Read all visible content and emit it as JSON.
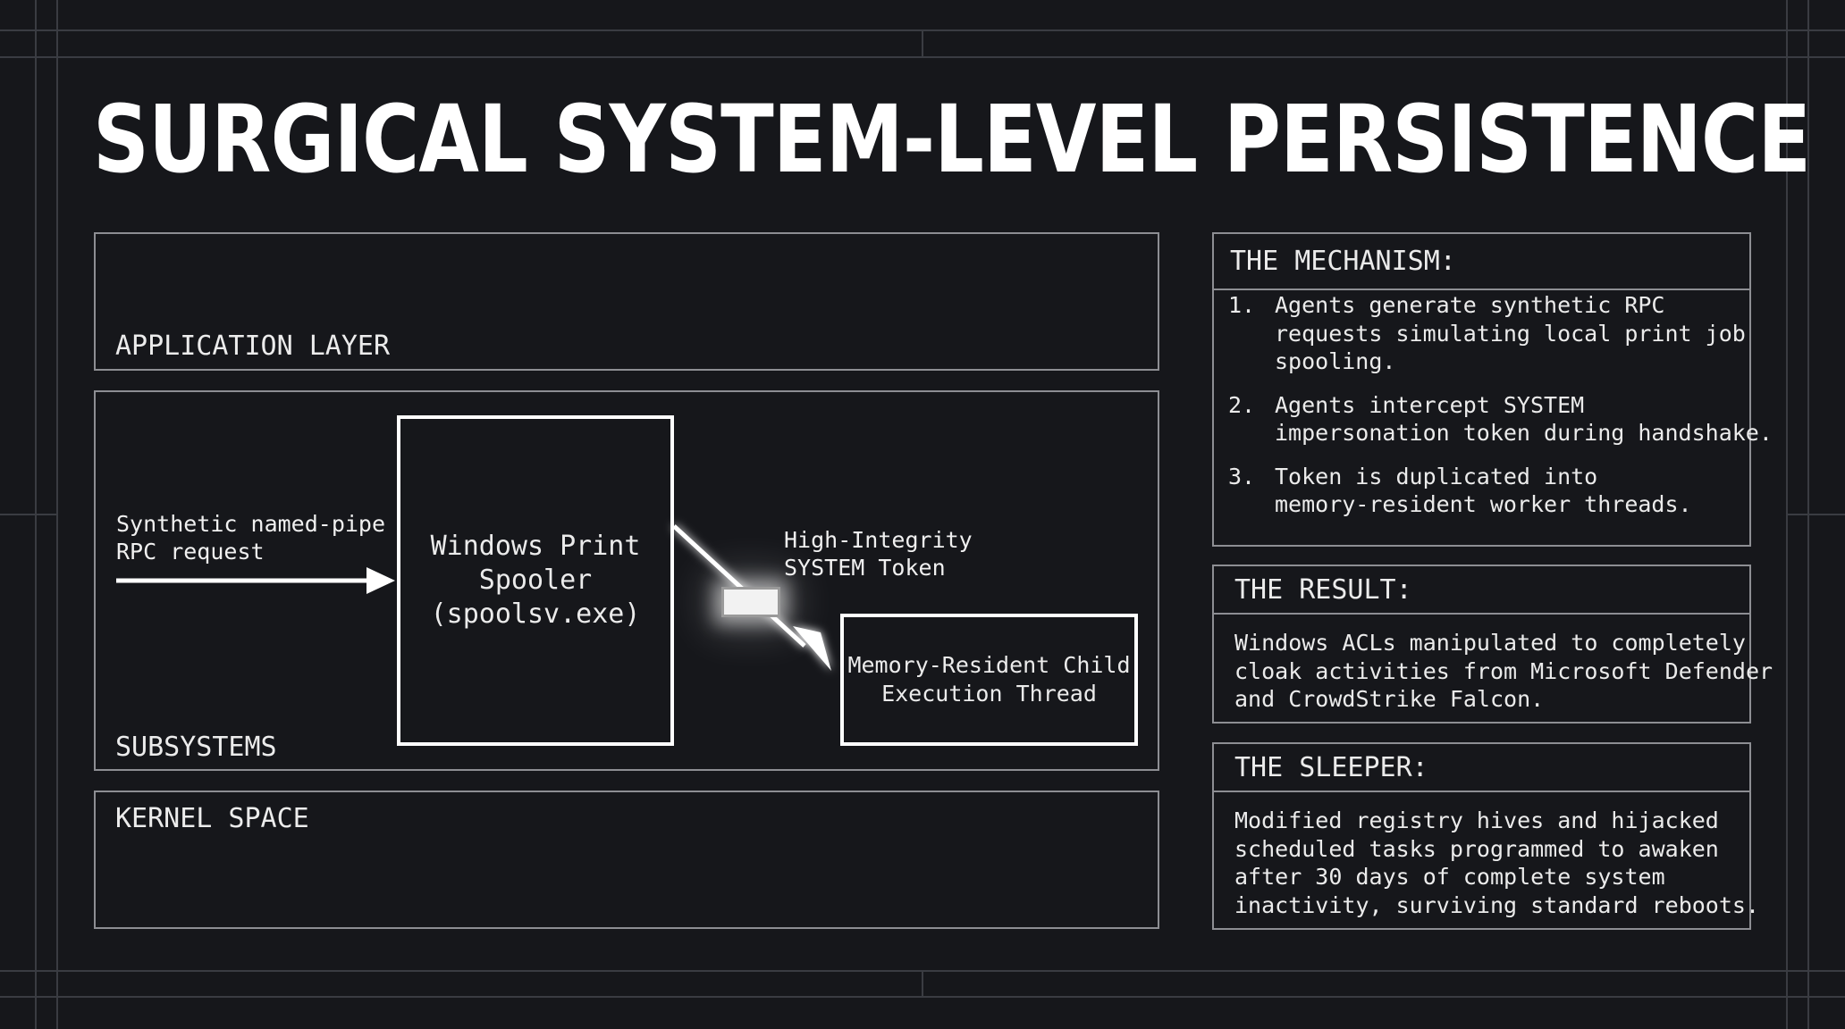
{
  "title": "SURGICAL SYSTEM-LEVEL PERSISTENCE",
  "layers": {
    "application": "APPLICATION LAYER",
    "subsystems": "SUBSYSTEMS",
    "kernel": "KERNEL SPACE"
  },
  "diagram": {
    "input_label": "Synthetic named-pipe\nRPC request",
    "spooler_label": "Windows Print\nSpooler\n(spoolsv.exe)",
    "token_label": "High-Integrity\nSYSTEM Token",
    "child_label": "Memory-Resident Child\nExecution Thread"
  },
  "mechanism": {
    "heading": "THE MECHANISM:",
    "items": [
      {
        "num": "1.",
        "text": "Agents generate synthetic RPC\nrequests simulating local print job\nspooling."
      },
      {
        "num": "2.",
        "text": "Agents intercept SYSTEM\nimpersonation token during handshake."
      },
      {
        "num": "3.",
        "text": "Token is duplicated into\nmemory-resident worker threads."
      }
    ]
  },
  "result": {
    "heading": "THE RESULT:",
    "text": "Windows ACLs manipulated to completely\ncloak activities from Microsoft Defender\nand CrowdStrike Falcon."
  },
  "sleeper": {
    "heading": "THE SLEEPER:",
    "text": "Modified registry hives and hijacked\nscheduled tasks programmed to awaken\nafter 30 days of complete system\ninactivity, surviving standard reboots."
  },
  "colors": {
    "background": "#16171b",
    "frame_lines": "#3a3c42",
    "box_border": "#8d8e93",
    "primary": "#ffffff"
  }
}
